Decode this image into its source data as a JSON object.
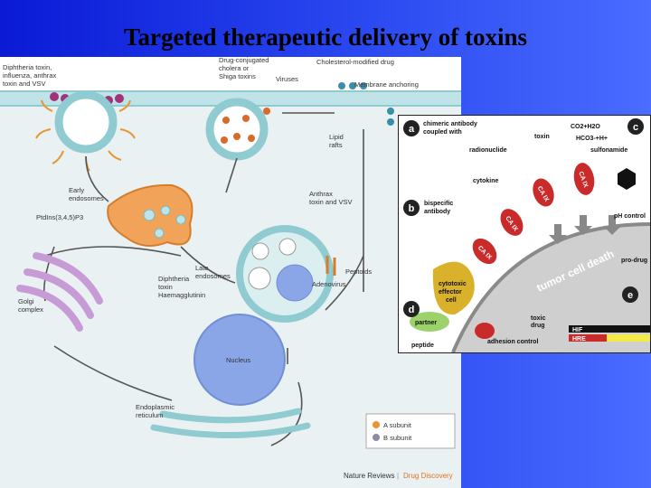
{
  "title": "Targeted therapeutic delivery of toxins",
  "left_figure": {
    "labels": {
      "diphtheria": [
        "Diphtheria toxin,",
        "influenza, anthrax",
        "toxin and VSV"
      ],
      "drug_conjugated": [
        "Drug-conjugated",
        "cholera or",
        "Shiga toxins"
      ],
      "viruses": "Viruses",
      "cholesterol_drug": "Cholesterol-modified drug",
      "membrane_anchoring": "Membrane anchoring",
      "lipid_rafts": [
        "Lipid",
        "rafts"
      ],
      "early_endosomes": [
        "Early",
        "endosomes"
      ],
      "ptdins": "PtdIns(3,4,5)P3",
      "anthrax_vsv": [
        "Anthrax",
        "toxin and VSV"
      ],
      "golgi": [
        "Golgi",
        "complex"
      ],
      "diphtheria_haem": [
        "Diphtheria",
        "toxin",
        "Haemagglutinin"
      ],
      "late_endosomes": [
        "Late",
        "endosomes"
      ],
      "peptoids": "Peptoids",
      "adenovirus": "Adenovirus",
      "nucleus": "Nucleus",
      "er": [
        "Endoplasmic",
        "reticulum"
      ],
      "legend_a": "A subunit",
      "legend_b": "B subunit"
    },
    "credit_left": "Nature Reviews",
    "credit_sep": "|",
    "credit_right": "Drug Discovery"
  },
  "right_figure": {
    "badges": {
      "a": "a",
      "b": "b",
      "c": "c",
      "d": "d",
      "e": "e"
    },
    "labels": {
      "chimeric": [
        "chimeric antibody",
        "coupled with"
      ],
      "toxin": "toxin",
      "radionuclide": "radionuclide",
      "formula_top": "CO2+H2O",
      "formula_bottom": "HCO3-+H+",
      "sulfonamide": "sulfonamide",
      "cytokine": "cytokine",
      "bispecific": [
        "bispecific",
        "antibody"
      ],
      "ph_control": "pH control",
      "pro_drug": "pro-drug",
      "tumor_cell_death": "tumor cell death",
      "cytotoxic": [
        "cytotoxic",
        "effector",
        "cell"
      ],
      "partner": "partner",
      "peptide": "peptide",
      "toxic_drug": [
        "toxic",
        "drug"
      ],
      "adhesion": "adhesion control",
      "hif": "HIF",
      "hre": "HRE",
      "ca9": "CA IX"
    }
  }
}
